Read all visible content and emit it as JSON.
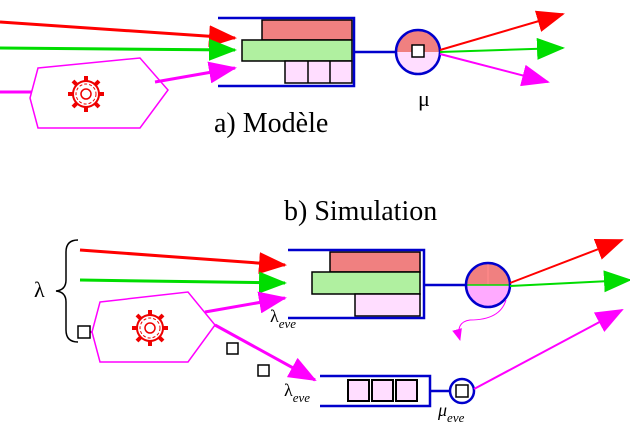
{
  "panel_a": {
    "caption": "a) Modèle",
    "mu_label": "μ"
  },
  "panel_b": {
    "caption": "b) Simulation",
    "lambda_label": "λ",
    "lambda_eve_main": "λ",
    "lambda_eve_sub": "eve",
    "lambda_eve2_main": "λ",
    "lambda_eve2_sub": "eve",
    "mu_eve_main": "μ",
    "mu_eve_sub": "eve"
  },
  "colors": {
    "red": "#ff0000",
    "green": "#00dd00",
    "magenta": "#ff00ff",
    "blue": "#0000cc",
    "salmon": "#f08080",
    "lightgreen": "#b0f0a0",
    "pink": "#ffddff"
  }
}
